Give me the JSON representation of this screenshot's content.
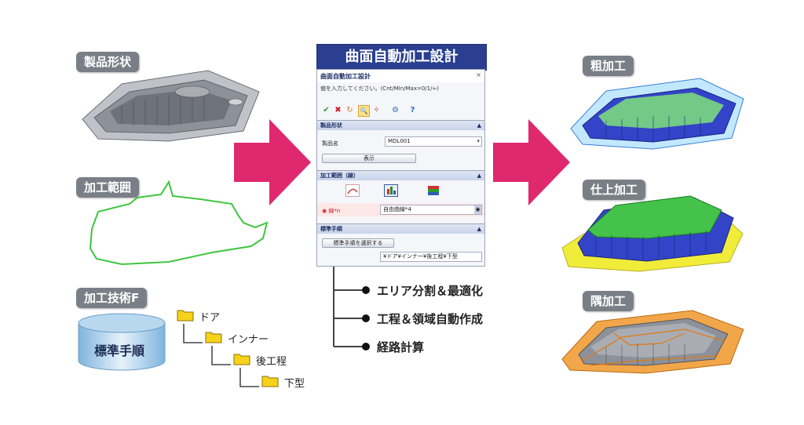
{
  "left": {
    "product_shape_label": "製品形状",
    "machining_range_label": "加工範囲",
    "tech_label": "加工技術F",
    "db_label": "標準手順",
    "tree": [
      "ドア",
      "インナー",
      "後工程",
      "下型"
    ]
  },
  "dialog": {
    "banner_title": "曲面自動加工設計",
    "window_title": "曲面自動加工設計",
    "close": "×",
    "prompt": "値を入力してください。(Cnt/Min/Max=0/1/∞)",
    "toolbar": [
      "✔",
      "✖",
      "↻",
      "🔍",
      "✧",
      "⚙",
      "?"
    ],
    "section1": {
      "title": "製品形状",
      "field_label": "製品名",
      "field_value": "MDL001",
      "button": "表示"
    },
    "section2": {
      "title": "加工範囲（線）",
      "field_label": "◉ 線*n",
      "field_value": "自由曲線*4"
    },
    "section3": {
      "title": "標準手順",
      "button": "標準手順を選択する",
      "path_value": "¥ドア¥インナー¥後工程¥下型"
    },
    "collapse": "▲"
  },
  "bullets": [
    "エリア分割＆最適化",
    "工程＆領域自動作成",
    "経路計算"
  ],
  "right": {
    "rough_label": "粗加工",
    "finish_label": "仕上加工",
    "corner_label": "隅加工"
  },
  "colors": {
    "arrow": "#e0286e",
    "banner": "#2a3f8f",
    "pill": "#7a7f87",
    "range_line": "#3ec63e"
  }
}
